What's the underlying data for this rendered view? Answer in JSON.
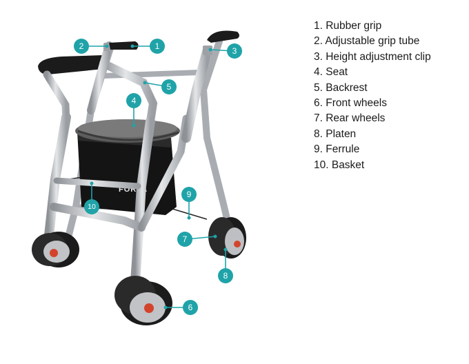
{
  "colors": {
    "callout": "#1fa3a8",
    "frame": "#c9ccd0",
    "grip": "#1b1b1b",
    "basket": "#141414",
    "seat": "#6b6b6b",
    "hub": "#d3442c"
  },
  "basket_brand": "FORTA",
  "callouts": [
    {
      "number": "1",
      "part": "rubber-grip"
    },
    {
      "number": "2",
      "part": "adjustable-grip-tube"
    },
    {
      "number": "3",
      "part": "height-adjustment-clip"
    },
    {
      "number": "4",
      "part": "seat"
    },
    {
      "number": "5",
      "part": "backrest"
    },
    {
      "number": "6",
      "part": "front-wheels"
    },
    {
      "number": "7",
      "part": "rear-wheels"
    },
    {
      "number": "8",
      "part": "platen"
    },
    {
      "number": "9",
      "part": "ferrule"
    },
    {
      "number": "10",
      "part": "basket"
    }
  ],
  "legend": [
    "1. Rubber grip",
    "2. Adjustable grip tube",
    "3. Height adjustment clip",
    "4. Seat",
    "5. Backrest",
    "6. Front wheels",
    "7. Rear wheels",
    "8. Platen",
    "9. Ferrule",
    "10. Basket"
  ]
}
